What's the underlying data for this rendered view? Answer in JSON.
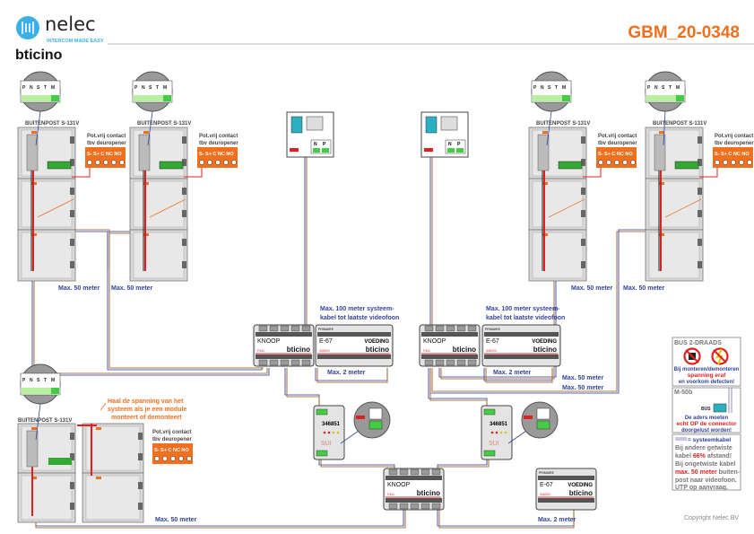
{
  "header": {
    "brand": "nelec",
    "tagline": "INTERCOM MADE EASY",
    "partner": "bticino",
    "doc_code": "GBM_20-0348"
  },
  "colors": {
    "accent": "#f07020",
    "label_blue": "#33449a",
    "warning_red": "#e02020",
    "nelec_blue": "#3bb0e8",
    "cable_brown": "#b07a40",
    "cable_blue": "#5566bb"
  },
  "outdoor_station": {
    "title": "BUITENPOST S-131V",
    "terminals_top": [
      "P",
      "N",
      "S",
      "T",
      "M"
    ],
    "contact_title_1": "Pot.vrij contact",
    "contact_title_2": "tbv deuropener",
    "contact_terminals": "S-  S+ C NC NO"
  },
  "videophone": {
    "terminals": [
      "N",
      "P"
    ]
  },
  "knoop": {
    "name": "KNOOP",
    "code": "F441"
  },
  "supply": {
    "name": "E-67",
    "sub": "VOEDING",
    "code": "346020",
    "tag": "PRIMAIRE"
  },
  "distributor": {
    "code": "346851",
    "sub": "SUI"
  },
  "notes": {
    "max50": "Max. 50 meter",
    "max2": "Max. 2 meter",
    "max100_1": "Max. 100 meter systeem-",
    "max100_2": "kabel tot laatste videofoon",
    "warn_1": "Haal de spanning van het",
    "warn_2": "systeem als je een module",
    "warn_3": "monteert of demonteert"
  },
  "legend": {
    "bus_title": "BUS 2-DRAADS",
    "bus_1": "Bij monteren/demonteren",
    "bus_2": "spanning eraf",
    "bus_3": "en voorkom defecten!",
    "m50_title": "M-50b",
    "m50_bus": "BUS",
    "m50_1": "De aders moeten",
    "m50_2": "echt OP de connector",
    "m50_3": "doorgelust worden!",
    "cable_title": "= systeemkabel",
    "cable_1": "Bij andere getwiste",
    "cable_2a": "kabel ",
    "cable_2b": "66%",
    "cable_2c": " afstand!",
    "cable_3": "Bij ongetwiste kabel",
    "cable_4a": "max. 50 meter",
    "cable_4b": " buiten-",
    "cable_5": "post naar videofoon.",
    "cable_6": "UTP op aanvraag."
  },
  "copyright": "Copyright Nelec BV"
}
